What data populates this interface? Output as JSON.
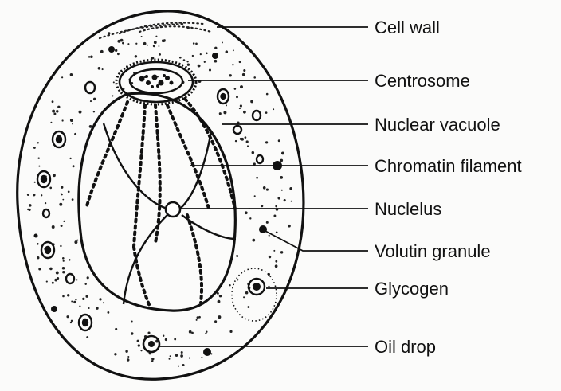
{
  "labels": {
    "cell_wall": "Cell wall",
    "centrosome": "Centrosome",
    "nuclear_vacuole": "Nuclear vacuole",
    "chromatin_filament": "Chromatin filament",
    "nucleolus": "Nuclelus",
    "volutin_granule": "Volutin granule",
    "glycogen": "Glycogen",
    "oil_drop": "Oil drop"
  },
  "colors": {
    "ink": "#111111",
    "background": "#fbfbfa"
  }
}
